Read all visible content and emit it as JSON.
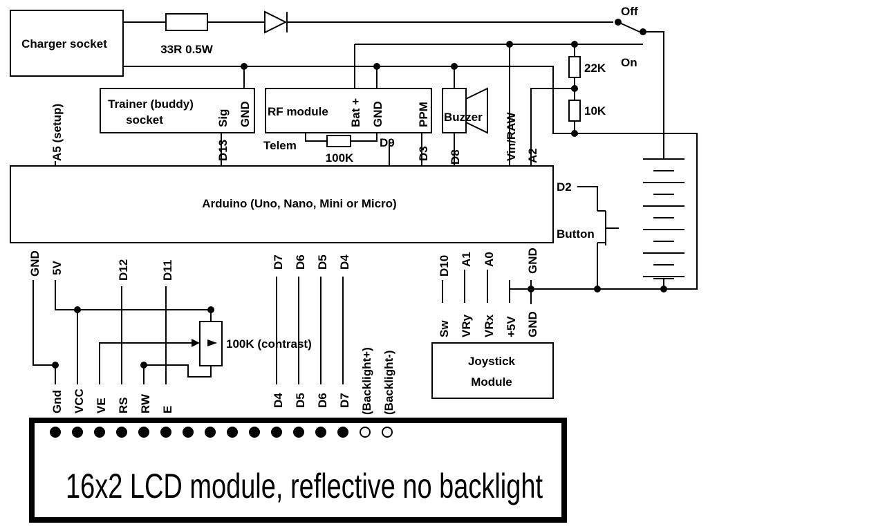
{
  "components": {
    "charger_socket": "Charger socket",
    "resistor_33r": "33R 0.5W",
    "switch_off": "Off",
    "switch_on": "On",
    "resistor_22k": "22K",
    "resistor_10k": "10K",
    "trainer_line1": "Trainer (buddy)",
    "trainer_line2": "socket",
    "trainer_sig": "Sig",
    "trainer_gnd": "GND",
    "rf_module": "RF module",
    "rf_bat": "Bat +",
    "rf_gnd": "GND",
    "rf_ppm": "PPM",
    "buzzer": "Buzzer",
    "telem": "Telem",
    "resistor_100k": "100K",
    "arduino": "Arduino (Uno, Nano, Mini or Micro)",
    "button": "Button",
    "contrast_pot": "100K (contrast)",
    "joystick_line1": "Joystick",
    "joystick_line2": "Module",
    "lcd": "16x2 LCD module, reflective no backlight"
  },
  "arduino_pins": {
    "a5": "A5 (setup)",
    "d13": "D13",
    "d9": "D9",
    "d3": "D3",
    "d8": "D8",
    "vin": "Vin/RAW",
    "a2": "A2",
    "d2": "D2",
    "gnd_left": "GND",
    "v5": "5V",
    "d12": "D12",
    "d11": "D11",
    "d7": "D7",
    "d6": "D6",
    "d5": "D5",
    "d4": "D4",
    "d10": "D10",
    "a1": "A1",
    "a0": "A0",
    "gnd_right": "GND"
  },
  "joystick_pins": [
    "Sw",
    "VRy",
    "VRx",
    "+5V",
    "GND"
  ],
  "lcd_pins": [
    "Gnd",
    "VCC",
    "VE",
    "RS",
    "RW",
    "E",
    "D4",
    "D5",
    "D6",
    "D7",
    "(Backlight+)",
    "(Backlight-)"
  ]
}
